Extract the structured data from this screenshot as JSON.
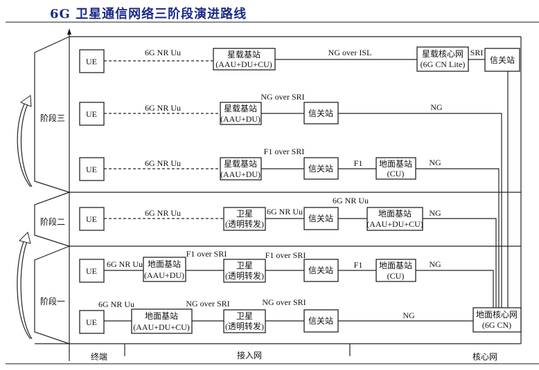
{
  "title": "6G 卫星通信网络三阶段演进路线",
  "stages": [
    "阶段三",
    "阶段二",
    "阶段一"
  ],
  "domains": [
    "终端",
    "接入网",
    "核心网"
  ],
  "rows": [
    {
      "ue": "UE",
      "link1": "6G NR Uu",
      "box2": [
        "星载基站",
        "(AAU+DU+CU)"
      ],
      "link2": "NG over ISL",
      "box3": [
        "星载核心网",
        "(6G CN Lite)"
      ],
      "link3": "SRI",
      "box4": "信关站"
    },
    {
      "ue": "UE",
      "link1": "6G NR Uu",
      "box2": [
        "星载基站",
        "(AAU+DU)"
      ],
      "link2": "NG over SRI",
      "box3": "信关站",
      "link3": "NG"
    },
    {
      "ue": "UE",
      "link1": "6G NR Uu",
      "box2": [
        "星载基站",
        "(AAU+DU)"
      ],
      "link2": "F1 over SRI",
      "box3": "信关站",
      "link3": "F1",
      "box4": [
        "地面基站",
        "(CU)"
      ],
      "link4": "NG"
    },
    {
      "ue": "UE",
      "link1": "6G NR Uu",
      "box2": [
        "卫星",
        "(透明转发)"
      ],
      "link2": "6G NR Uu",
      "box3": "信关站",
      "link3": "6G NR Uu",
      "box4": [
        "地面基站",
        "(AAU+DU+CU)"
      ],
      "link4": "NG"
    },
    {
      "ue": "UE",
      "link1": "6G NR Uu",
      "box2": [
        "地面基站",
        "(AAU+DU)"
      ],
      "link2": "F1 over SRI",
      "box3": [
        "卫星",
        "(透明转发)"
      ],
      "link3": "F1 over SRI",
      "box4": "信关站",
      "link4": "F1",
      "box5": [
        "地面基站",
        "(CU)"
      ],
      "link5": "NG"
    },
    {
      "ue": "UE",
      "link1": "6G NR Uu",
      "box2": [
        "地面基站",
        "(AAU+DU+CU)"
      ],
      "link2": "NG over SRI",
      "box3": [
        "卫星",
        "(透明转发)"
      ],
      "link3": "NG over SRI",
      "box4": "信关站",
      "link4": "NG",
      "box5": [
        "地面核心网",
        "(6G CN)"
      ]
    }
  ]
}
